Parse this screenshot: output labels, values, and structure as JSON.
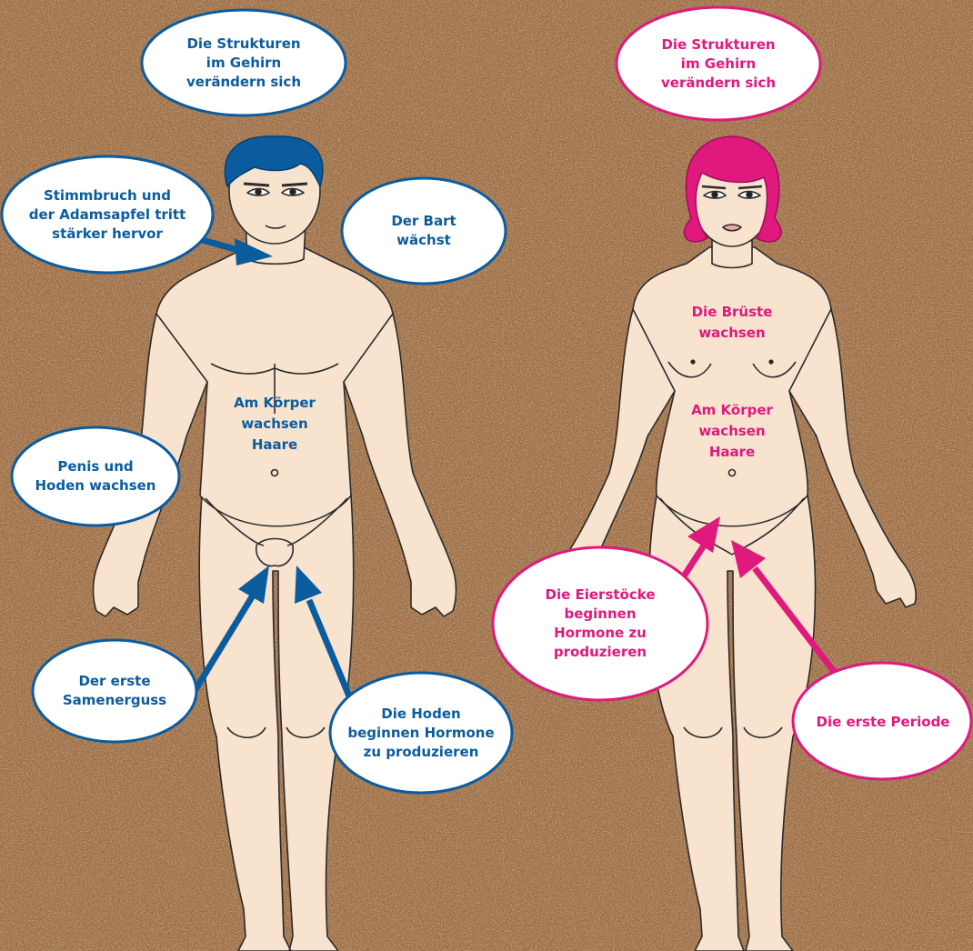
{
  "colors": {
    "male": "#0b5c9e",
    "female": "#e0197d",
    "skin": "#f8e3cf",
    "background": "#9a6a42"
  },
  "male": {
    "brain": "Die Strukturen\nim Gehirn\nverändern sich",
    "voice": "Stimmbruch und\nder Adamsapfel tritt\nstärker hervor",
    "beard": "Der Bart\nwächst",
    "genitals": "Penis und\nHoden wachsen",
    "body_hair": "Am Körper\nwachsen\nHaare",
    "ejaculation": "Der erste\nSamenerguss",
    "testes_hormones": "Die Hoden\nbeginnen Hormone\nzu produzieren"
  },
  "female": {
    "brain": "Die Strukturen\nim Gehirn\nverändern sich",
    "breasts": "Die Brüste\nwachsen",
    "body_hair": "Am Körper\nwachsen\nHaare",
    "ovaries_hormones": "Die Eierstöcke\nbeginnen\nHormone zu\nproduzieren",
    "period": "Die erste Periode"
  }
}
